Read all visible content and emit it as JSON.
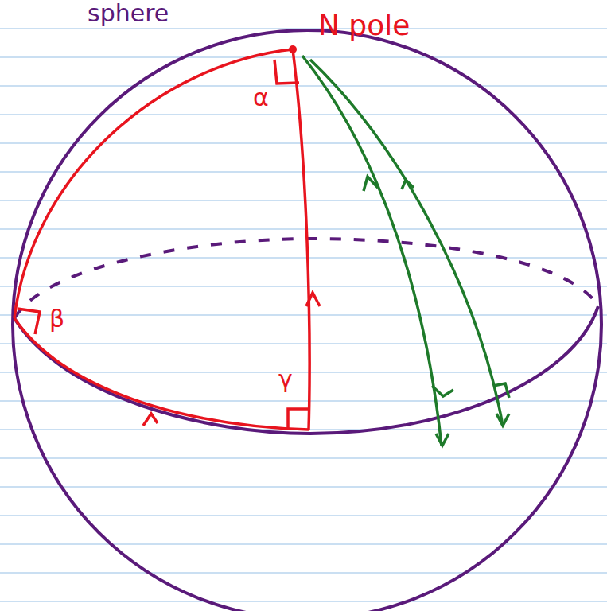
{
  "diagram": {
    "labels": [
      "sphere",
      "N pole",
      "α",
      "β",
      "γ"
    ]
  }
}
